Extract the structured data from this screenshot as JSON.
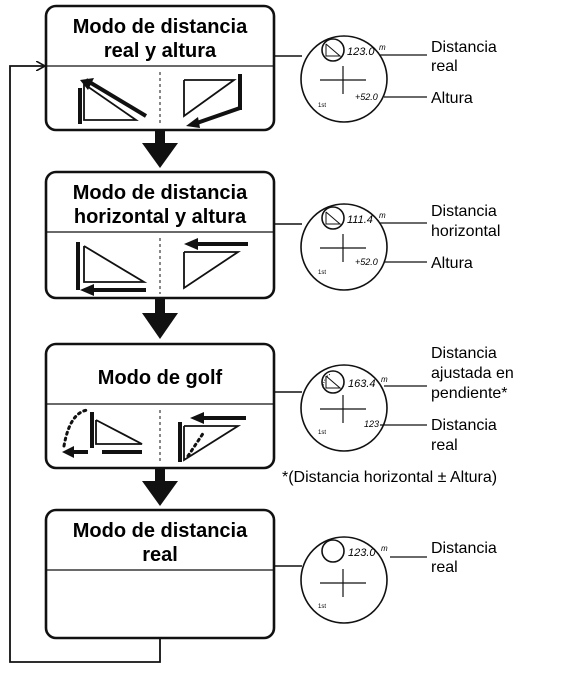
{
  "modes": [
    {
      "title_lines": [
        "Modo de distancia",
        "real y altura"
      ],
      "display": {
        "value": "123.0",
        "unit": "m",
        "line2": "+52.0",
        "tag": "1st"
      },
      "labels": [
        {
          "lines": [
            "Distancia",
            "real"
          ]
        },
        {
          "lines": [
            "Altura"
          ]
        }
      ]
    },
    {
      "title_lines": [
        "Modo de distancia",
        "horizontal y altura"
      ],
      "display": {
        "value": "111.4",
        "unit": "m",
        "line2": "+52.0",
        "tag": "1st"
      },
      "labels": [
        {
          "lines": [
            "Distancia",
            "horizontal"
          ]
        },
        {
          "lines": [
            "Altura"
          ]
        }
      ]
    },
    {
      "title_lines": [
        "Modo de golf"
      ],
      "display": {
        "value": "163.4",
        "unit": "m",
        "line2": "123",
        "tag": "1st"
      },
      "labels": [
        {
          "lines": [
            "Distancia",
            "ajustada en",
            "pendiente*"
          ]
        },
        {
          "lines": [
            "Distancia",
            "real"
          ]
        }
      ]
    },
    {
      "title_lines": [
        "Modo de distancia",
        "real"
      ],
      "display": {
        "value": "123.0",
        "unit": "m",
        "line2": "",
        "tag": "1st"
      },
      "labels": [
        {
          "lines": [
            "Distancia",
            "real"
          ]
        }
      ]
    }
  ],
  "footnote": "*(Distancia horizontal ± Altura)"
}
